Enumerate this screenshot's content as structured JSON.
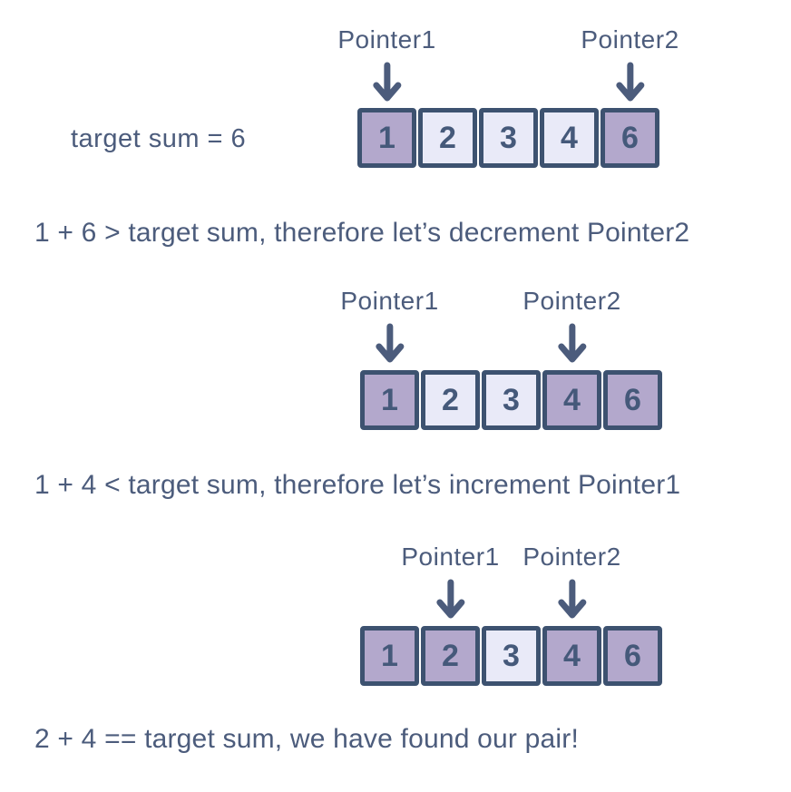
{
  "colors": {
    "background": "#ffffff",
    "text": "#4c5c7c",
    "number": "#45597a",
    "cell_border": "#3d5270",
    "cell_highlight": "#b3a8cc",
    "cell_normal": "#e9eaf8"
  },
  "target_label": "target sum = 6",
  "steps": [
    {
      "pointer1": {
        "label": "Pointer1",
        "index": 0
      },
      "pointer2": {
        "label": "Pointer2",
        "index": 4
      },
      "cells": [
        {
          "value": "1",
          "highlight": true
        },
        {
          "value": "2",
          "highlight": false
        },
        {
          "value": "3",
          "highlight": false
        },
        {
          "value": "4",
          "highlight": false
        },
        {
          "value": "6",
          "highlight": true
        }
      ],
      "caption": "1 + 6 > target sum, therefore let’s decrement Pointer2"
    },
    {
      "pointer1": {
        "label": "Pointer1",
        "index": 0
      },
      "pointer2": {
        "label": "Pointer2",
        "index": 3
      },
      "cells": [
        {
          "value": "1",
          "highlight": true
        },
        {
          "value": "2",
          "highlight": false
        },
        {
          "value": "3",
          "highlight": false
        },
        {
          "value": "4",
          "highlight": true
        },
        {
          "value": "6",
          "highlight": true
        }
      ],
      "caption": "1 + 4 < target sum, therefore let’s increment Pointer1"
    },
    {
      "pointer1": {
        "label": "Pointer1",
        "index": 1
      },
      "pointer2": {
        "label": "Pointer2",
        "index": 3
      },
      "cells": [
        {
          "value": "1",
          "highlight": true
        },
        {
          "value": "2",
          "highlight": true
        },
        {
          "value": "3",
          "highlight": false
        },
        {
          "value": "4",
          "highlight": true
        },
        {
          "value": "6",
          "highlight": true
        }
      ],
      "caption": "2 + 4 == target sum, we have found our pair!"
    }
  ]
}
